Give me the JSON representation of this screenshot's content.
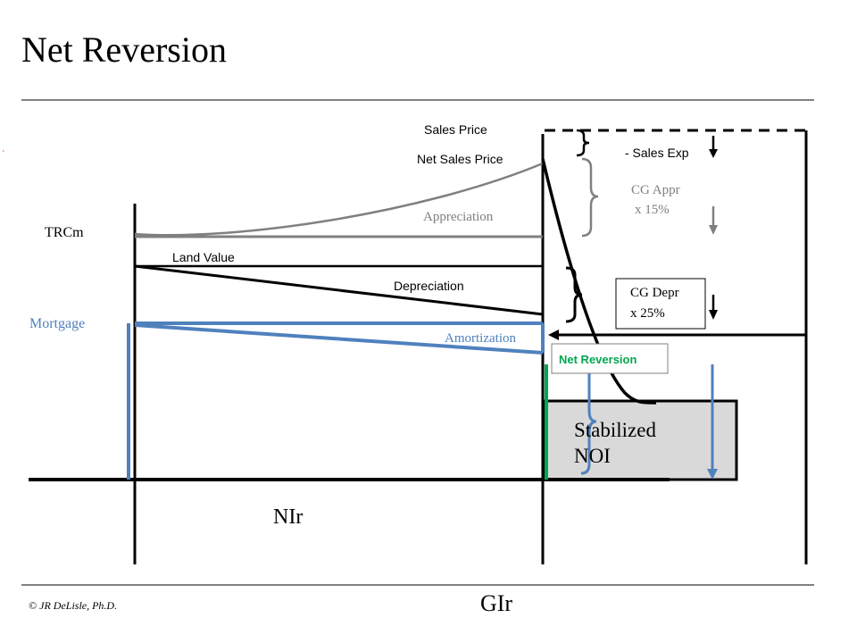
{
  "title": "Net Reversion",
  "labels": {
    "sales_price": "Sales Price",
    "net_sales_price": "Net Sales Price",
    "appreciation": "Appreciation",
    "land_value": "Land Value",
    "depreciation": "Depreciation",
    "amortization": "Amortization",
    "trcm": "TRCm",
    "mortgage": "Mortgage",
    "sales_exp": "- Sales Exp",
    "cg_appr_line1": "CG Appr",
    "cg_appr_line2": "x 15%",
    "cg_depr_line1": "CG Depr",
    "cg_depr_line2": "x 25%",
    "net_reversion": "Net Reversion",
    "stabilized_line1": "Stabilized",
    "stabilized_line2": "NOI",
    "nir": "NIr",
    "gir": "GIr"
  },
  "footer": {
    "copyright": "© JR DeLisle, Ph.D."
  },
  "colors": {
    "black": "#000000",
    "gray": "#808080",
    "blue": "#4f81bd",
    "green": "#00a650",
    "net_reversion_text": "#00a650",
    "noi_box_fill": "#d9d9d9"
  }
}
